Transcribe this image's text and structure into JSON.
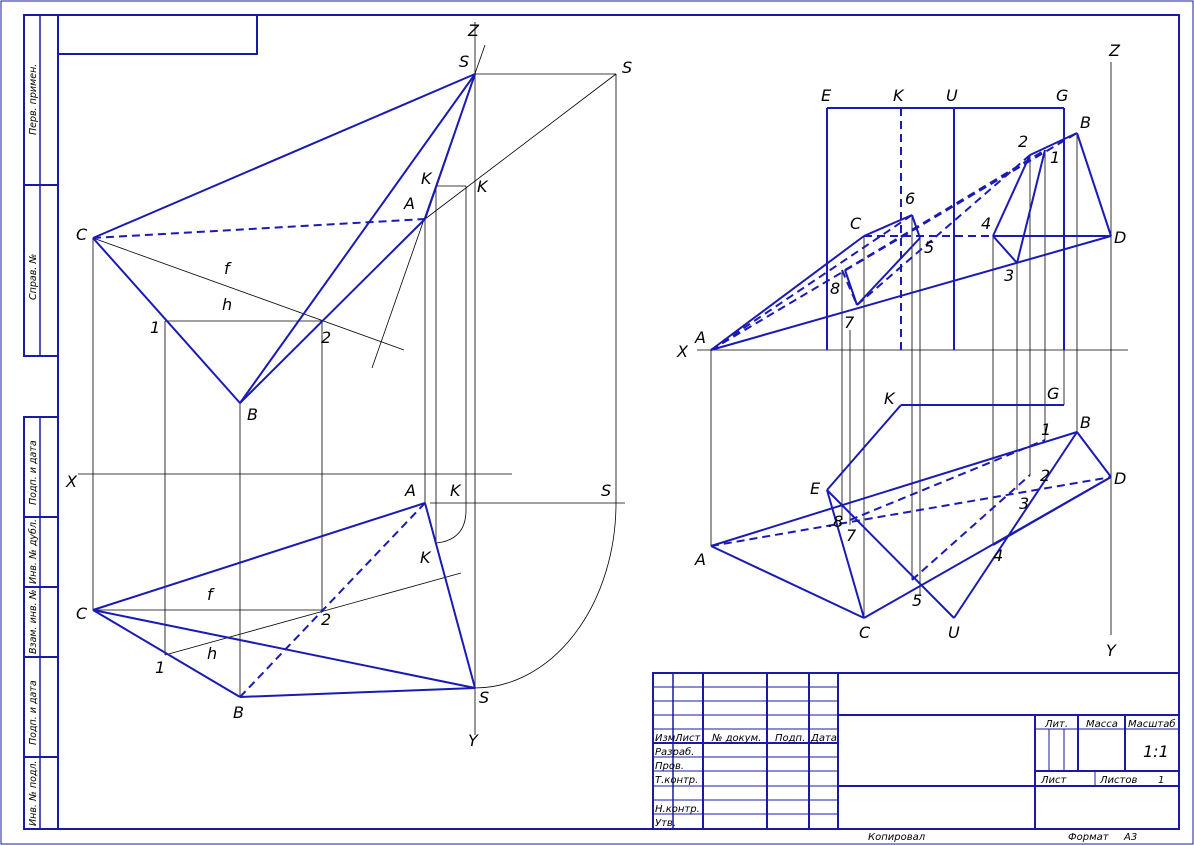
{
  "left_view": {
    "labels": {
      "Z": "Z",
      "S_top": "S",
      "S_right_top": "S",
      "C_top": "C",
      "A_top": "A",
      "K_top": "K",
      "K_top2": "K",
      "f_top": "f",
      "h_top": "h",
      "one_top": "1",
      "two_top": "2",
      "B_top": "B",
      "X": "X",
      "A_bot": "A",
      "K_bot": "K",
      "S_right_bot": "S",
      "K_bot2": "K",
      "C_bot": "C",
      "f_bot": "f",
      "two_bot": "2",
      "one_bot": "1",
      "h_bot": "h",
      "B_bot": "B",
      "S_bot": "S",
      "Y": "Y"
    }
  },
  "right_view": {
    "labels": {
      "Z": "Z",
      "E_top": "E",
      "K_top": "K",
      "U_top": "U",
      "G_top": "G",
      "B_top": "B",
      "two_top": "2",
      "one_top": "1",
      "six_top": "6",
      "C_top": "C",
      "four_top": "4",
      "D_top": "D",
      "five_top": "5",
      "three_top": "3",
      "eight_top": "8",
      "seven_top": "7",
      "A_top": "A",
      "X": "X",
      "K_bot": "K",
      "G_bot": "G",
      "B_bot": "B",
      "one_bot": "1",
      "E_bot": "E",
      "two_bot": "2",
      "D_bot": "D",
      "three_bot": "3",
      "eight_bot": ".8",
      "seven_bot": "7",
      "A_bot": "A",
      "four_bot": "4",
      "five_bot": "5",
      "C_bot": "C",
      "U_bot": "U",
      "Y": "Y"
    }
  },
  "side_stamp": {
    "cells": [
      "Перв. примен.",
      "Справ. №",
      "Подп. и дата",
      "Инв. № дубл.",
      "Взам. инв. №",
      "Подп. и дата",
      "Инв. № подл."
    ]
  },
  "title_block": {
    "headers": {
      "izm": "Изм.",
      "list": "Лист",
      "doc": "№ докум.",
      "podp": "Подп.",
      "data": "Дата"
    },
    "rows": {
      "razrab": "Разраб.",
      "prov": "Пров.",
      "tkontr": "Т.контр.",
      "nkontr": "Н.контр.",
      "utv": "Утв."
    },
    "lit": "Лит.",
    "massa": "Масса",
    "masshtab": "Масштаб",
    "scale_value": "1:1",
    "sheet_label": "Лист",
    "sheets_label": "Листов",
    "sheets_value": "1"
  },
  "footer": {
    "copied": "Копировал",
    "format_label": "Формат",
    "format_value": "A3"
  }
}
